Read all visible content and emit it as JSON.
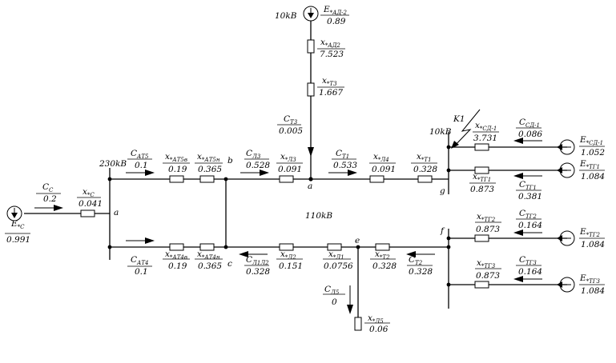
{
  "diagram": {
    "center_label": "110kB",
    "voltages": {
      "v10_top": "10kB",
      "v230": "230kB",
      "v10_right": "10kB"
    },
    "nodes": {
      "a_left": "a",
      "b": "b",
      "a_mid": "a",
      "c": "c",
      "e": "e",
      "f": "f",
      "g": "g"
    },
    "fault_label": "K1",
    "sources": [
      {
        "id": "ec",
        "name": "E",
        "sub": "*C",
        "value": "0.991"
      },
      {
        "id": "ead2",
        "name": "E",
        "sub": "*АД-2",
        "value": "0.89"
      },
      {
        "id": "esd1",
        "name": "E",
        "sub": "*СД-1",
        "value": "1.052"
      },
      {
        "id": "etg1",
        "name": "E",
        "sub": "*ТГ1",
        "value": "1.084"
      },
      {
        "id": "etg2",
        "name": "E",
        "sub": "*ТГ2",
        "value": "1.084"
      },
      {
        "id": "etg3",
        "name": "E",
        "sub": "*ТГ3",
        "value": "1.084"
      }
    ],
    "reactances": [
      {
        "id": "xc",
        "name": "x",
        "sub": "*C",
        "value": "0.041"
      },
      {
        "id": "xad2",
        "name": "x",
        "sub": "*АД2",
        "value": "7.523"
      },
      {
        "id": "xt3",
        "name": "x",
        "sub": "*Т3",
        "value": "1.667"
      },
      {
        "id": "xat5v",
        "name": "x",
        "sub": "*АТ5в",
        "value": "0.19"
      },
      {
        "id": "xat5n",
        "name": "x",
        "sub": "*АТ5н",
        "value": "0.365"
      },
      {
        "id": "xl3",
        "name": "x",
        "sub": "*Л3",
        "value": "0.091"
      },
      {
        "id": "xl4",
        "name": "x",
        "sub": "*Л4",
        "value": "0.091"
      },
      {
        "id": "xt1",
        "name": "x",
        "sub": "*Т1",
        "value": "0.328"
      },
      {
        "id": "xsd1",
        "name": "x",
        "sub": "*СД-1",
        "value": "3.731"
      },
      {
        "id": "xtg1",
        "name": "x",
        "sub": "*ТГ1",
        "value": "0.873"
      },
      {
        "id": "xat4v",
        "name": "x",
        "sub": "*АТ4в",
        "value": "0.19"
      },
      {
        "id": "xat4n",
        "name": "x",
        "sub": "*АТ4н",
        "value": "0.365"
      },
      {
        "id": "xl2",
        "name": "x",
        "sub": "*Л2",
        "value": "0.151"
      },
      {
        "id": "xl1",
        "name": "x",
        "sub": "*Л1",
        "value": "0.0756"
      },
      {
        "id": "xt2",
        "name": "x",
        "sub": "*Т2",
        "value": "0.328"
      },
      {
        "id": "xl5",
        "name": "x",
        "sub": "*Л5",
        "value": "0.06"
      },
      {
        "id": "xtg2",
        "name": "x",
        "sub": "*ТГ2",
        "value": "0.873"
      },
      {
        "id": "xtg3",
        "name": "x",
        "sub": "*ТГ3",
        "value": "0.873"
      }
    ],
    "capacitances": [
      {
        "id": "cc",
        "name": "C",
        "sub": "C",
        "value": "0.2"
      },
      {
        "id": "ct3",
        "name": "C",
        "sub": "Т3",
        "value": "0.005"
      },
      {
        "id": "cat5",
        "name": "C",
        "sub": "АТ5",
        "value": "0.1"
      },
      {
        "id": "cl3",
        "name": "C",
        "sub": "Л3",
        "value": "0.528"
      },
      {
        "id": "ct1",
        "name": "C",
        "sub": "Т1",
        "value": "0.533"
      },
      {
        "id": "csd1",
        "name": "C",
        "sub": "СД-1",
        "value": "0.086"
      },
      {
        "id": "ctg1",
        "name": "C",
        "sub": "ТГ1",
        "value": "0.381"
      },
      {
        "id": "cat4",
        "name": "C",
        "sub": "АТ4",
        "value": "0.1"
      },
      {
        "id": "cl12",
        "name": "C",
        "sub": "Л1Л2",
        "value": "0.328"
      },
      {
        "id": "ct2",
        "name": "C",
        "sub": "Т2",
        "value": "0.328"
      },
      {
        "id": "cl5",
        "name": "C",
        "sub": "Л5",
        "value": "0"
      },
      {
        "id": "ctg2",
        "name": "C",
        "sub": "ТГ2",
        "value": "0.164"
      },
      {
        "id": "ctg3",
        "name": "C",
        "sub": "ТГ3",
        "value": "0.164"
      }
    ]
  }
}
